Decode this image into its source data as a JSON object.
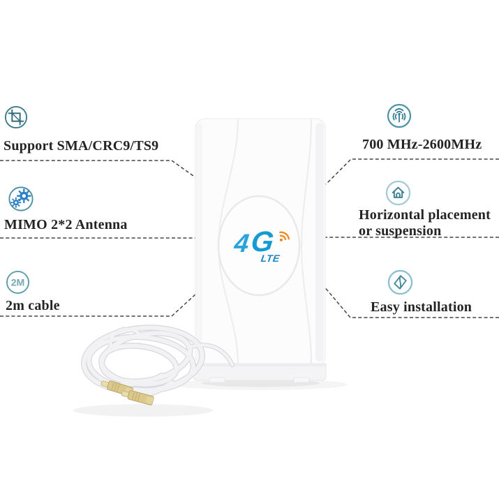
{
  "features": {
    "left": [
      {
        "name": "support-connectors",
        "icon": "crop-icon",
        "line1": "Support SMA/CRC9/TS9"
      },
      {
        "name": "mimo-antenna",
        "icon": "gears-icon",
        "line1": "MIMO 2*2 Antenna"
      },
      {
        "name": "cable-length",
        "icon": "2m-badge-icon",
        "badge": "2M",
        "line1": "2m cable"
      }
    ],
    "right": [
      {
        "name": "frequency-range",
        "icon": "signal-icon",
        "line1": "700 MHz-2600MHz"
      },
      {
        "name": "placement",
        "icon": "house-icon",
        "line1": "Horizontal placement",
        "line2": "or suspension"
      },
      {
        "name": "installation",
        "icon": "fold-icon",
        "line1": "Easy installation"
      }
    ]
  },
  "product": {
    "logo": {
      "part1": "4",
      "part2": "G",
      "sub": "LTE"
    }
  },
  "colors": {
    "icon_teal_ring": "#3d7b8d",
    "icon_light_ring": "#9fc6d4",
    "icon_glyph_teal": "#377f95",
    "icon_gear_blue": "#2c80c3",
    "label_text": "#232325",
    "leader_line": "#454545",
    "logo_blue_4": "#2ba3dc",
    "logo_blue_g": "#149bd2",
    "logo_lte_blue": "#1c85c7",
    "logo_wave_orange": "#f28a1f",
    "connector_gold": "#dbc88b",
    "cable_white": "#f2f2f5",
    "antenna_white": "#fcfcfd"
  }
}
